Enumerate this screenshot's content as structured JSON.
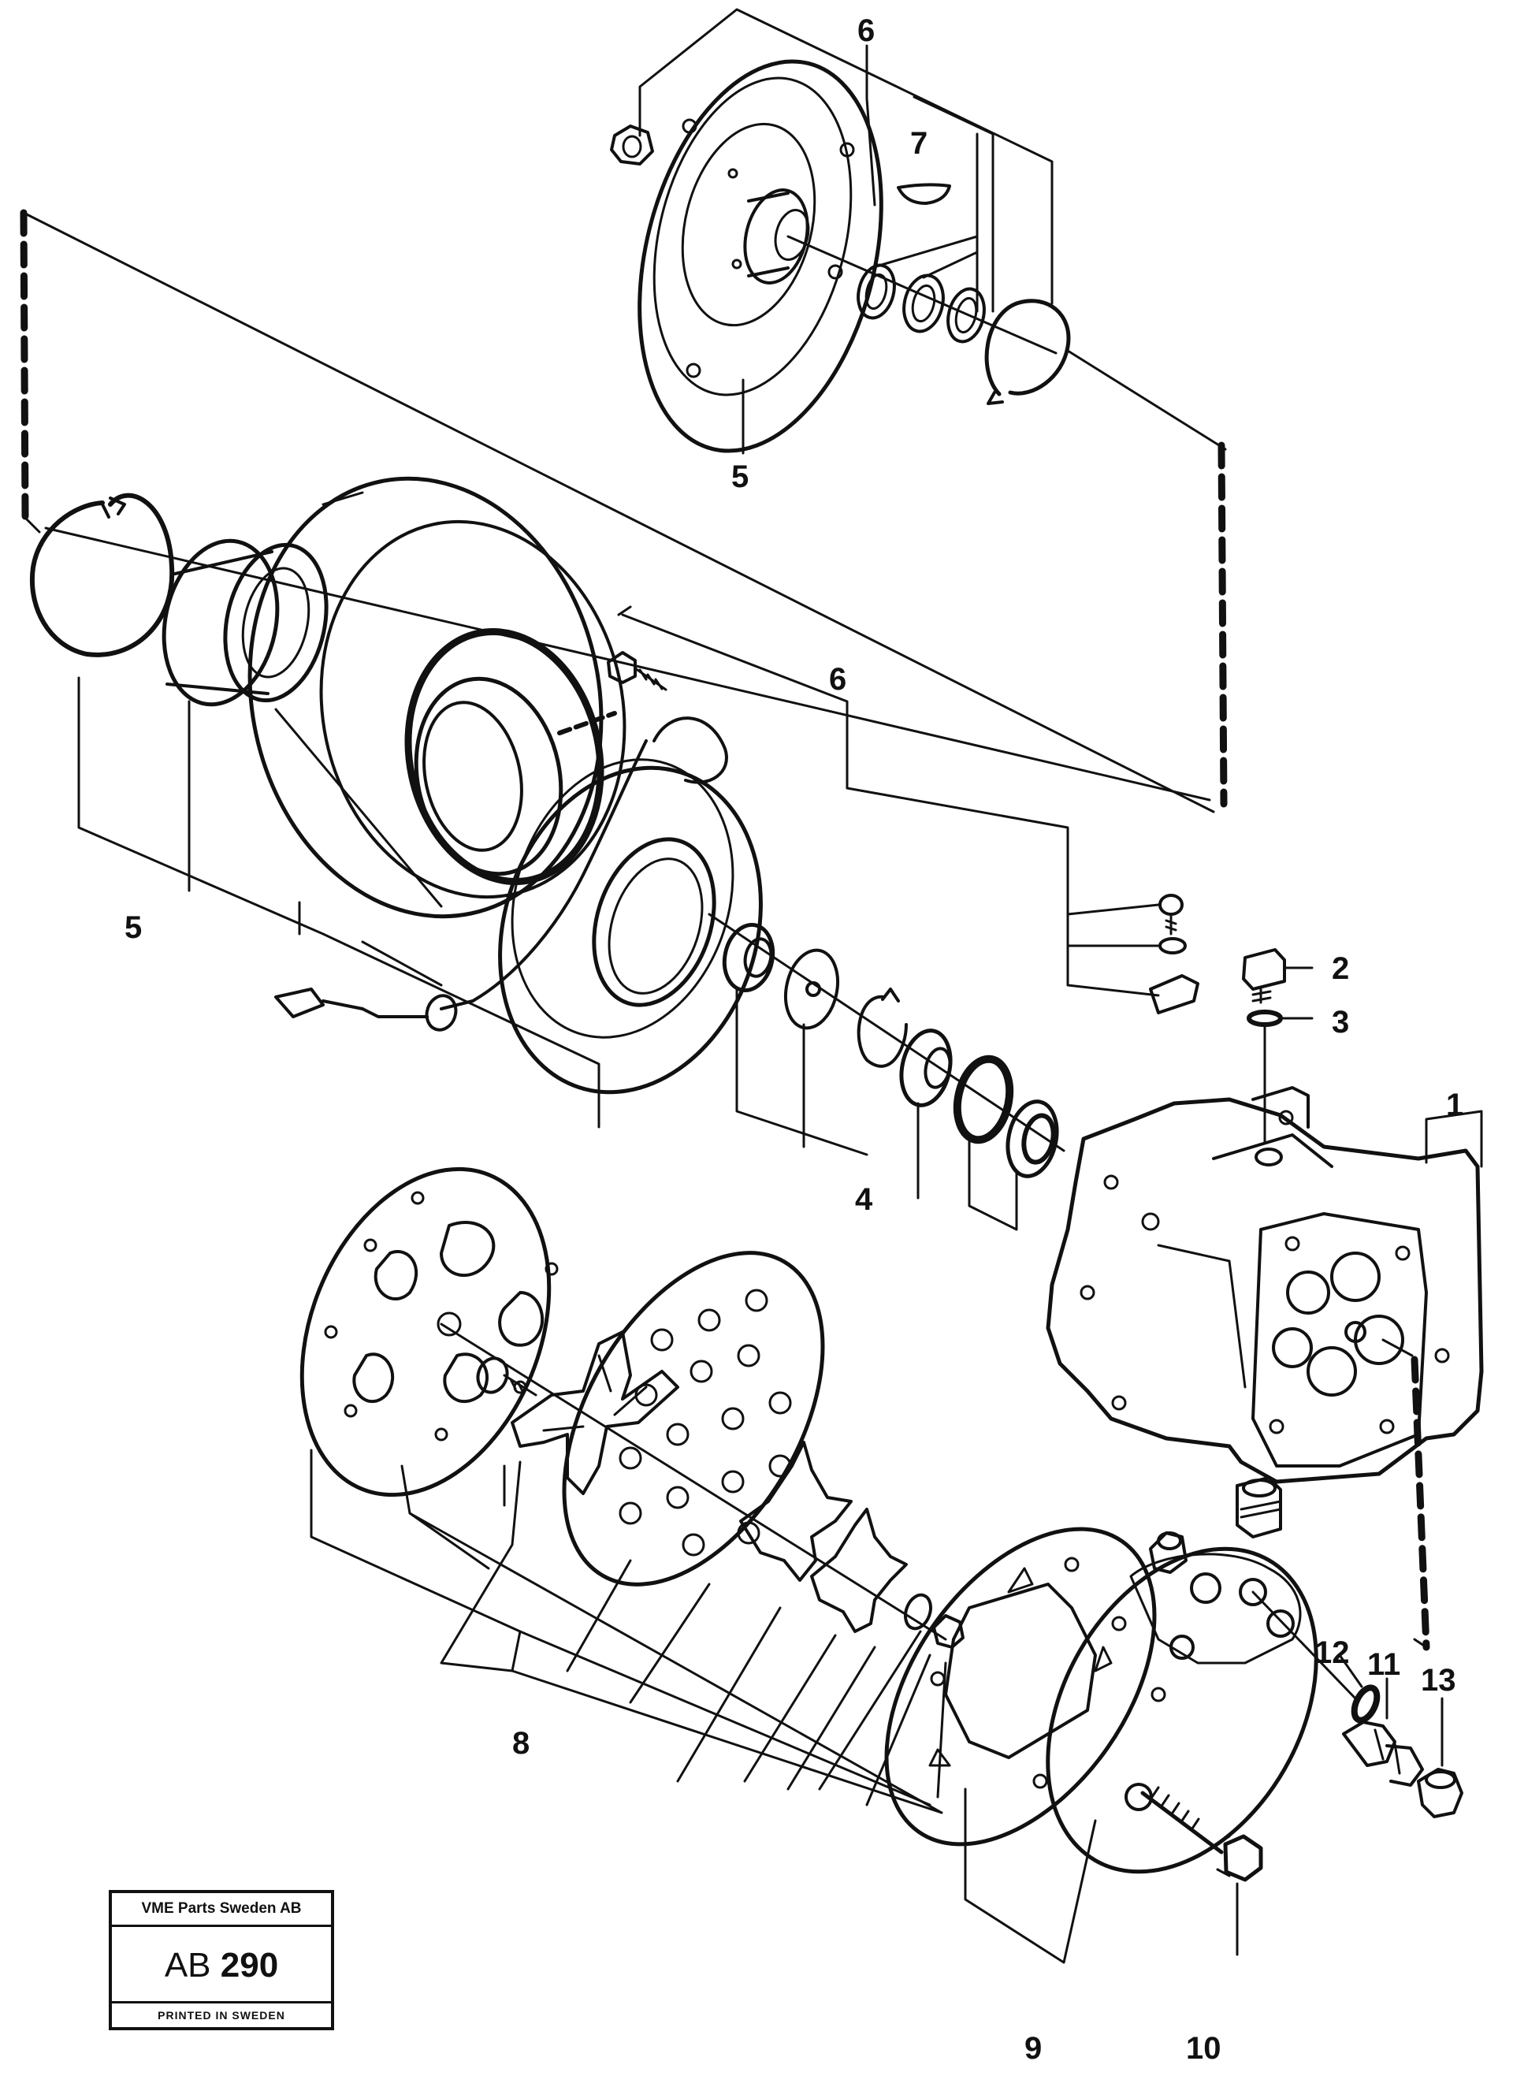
{
  "callouts": {
    "c1": "1",
    "c2": "2",
    "c3": "3",
    "c4": "4",
    "c5_top": "5",
    "c5_left": "5",
    "c6_top": "6",
    "c6_mid": "6",
    "c7": "7",
    "c8": "8",
    "c9": "9",
    "c10": "10",
    "c11": "11",
    "c12": "12",
    "c13": "13"
  },
  "stamp": {
    "company": "VME Parts Sweden AB",
    "code_prefix": "AB",
    "code_number": "290",
    "printed": "PRINTED IN SWEDEN"
  },
  "colors": {
    "line": "#111111",
    "background": "#ffffff"
  }
}
